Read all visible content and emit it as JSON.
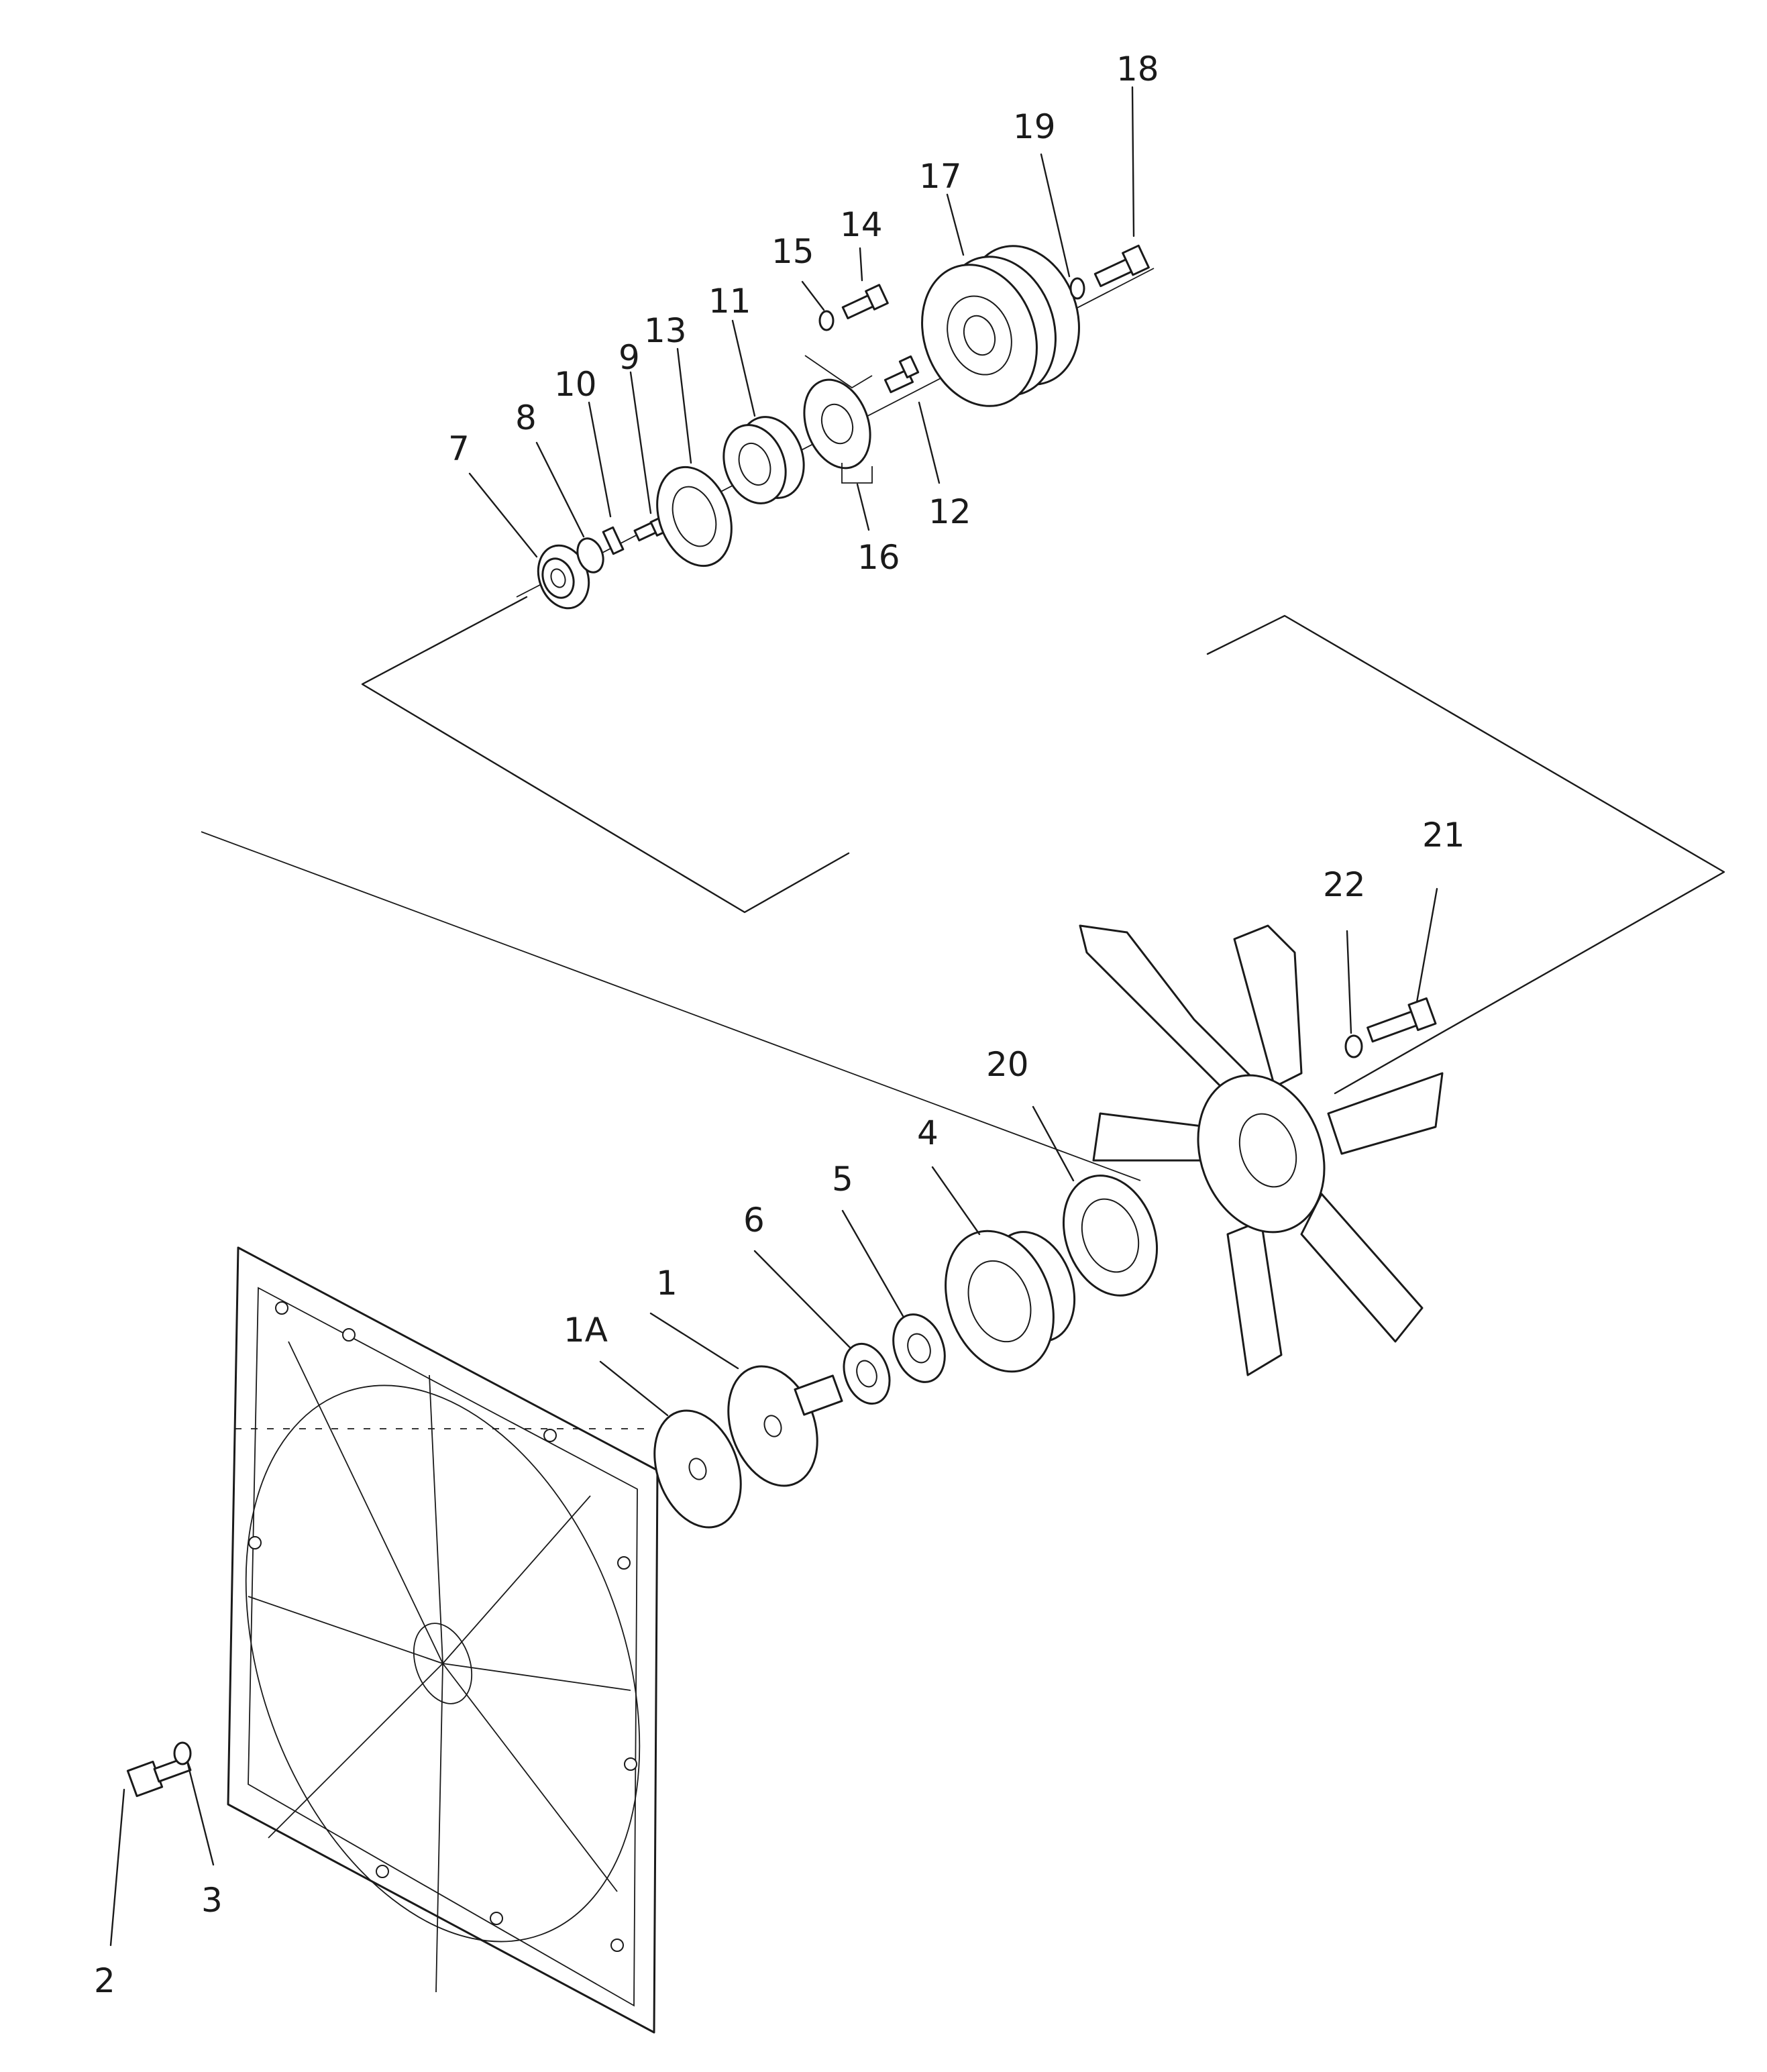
{
  "callouts": [
    {
      "key": "1",
      "text": "1"
    },
    {
      "key": "1A",
      "text": "1A"
    },
    {
      "key": "2",
      "text": "2"
    },
    {
      "key": "3",
      "text": "3"
    },
    {
      "key": "4",
      "text": "4"
    },
    {
      "key": "5",
      "text": "5"
    },
    {
      "key": "6",
      "text": "6"
    },
    {
      "key": "7",
      "text": "7"
    },
    {
      "key": "8",
      "text": "8"
    },
    {
      "key": "9",
      "text": "9"
    },
    {
      "key": "10",
      "text": "10"
    },
    {
      "key": "11",
      "text": "11"
    },
    {
      "key": "12",
      "text": "12"
    },
    {
      "key": "13",
      "text": "13"
    },
    {
      "key": "14",
      "text": "14"
    },
    {
      "key": "15",
      "text": "15"
    },
    {
      "key": "16",
      "text": "16"
    },
    {
      "key": "17",
      "text": "17"
    },
    {
      "key": "18",
      "text": "18"
    },
    {
      "key": "19",
      "text": "19"
    },
    {
      "key": "20",
      "text": "20"
    },
    {
      "key": "21",
      "text": "21"
    },
    {
      "key": "22",
      "text": "22"
    }
  ]
}
